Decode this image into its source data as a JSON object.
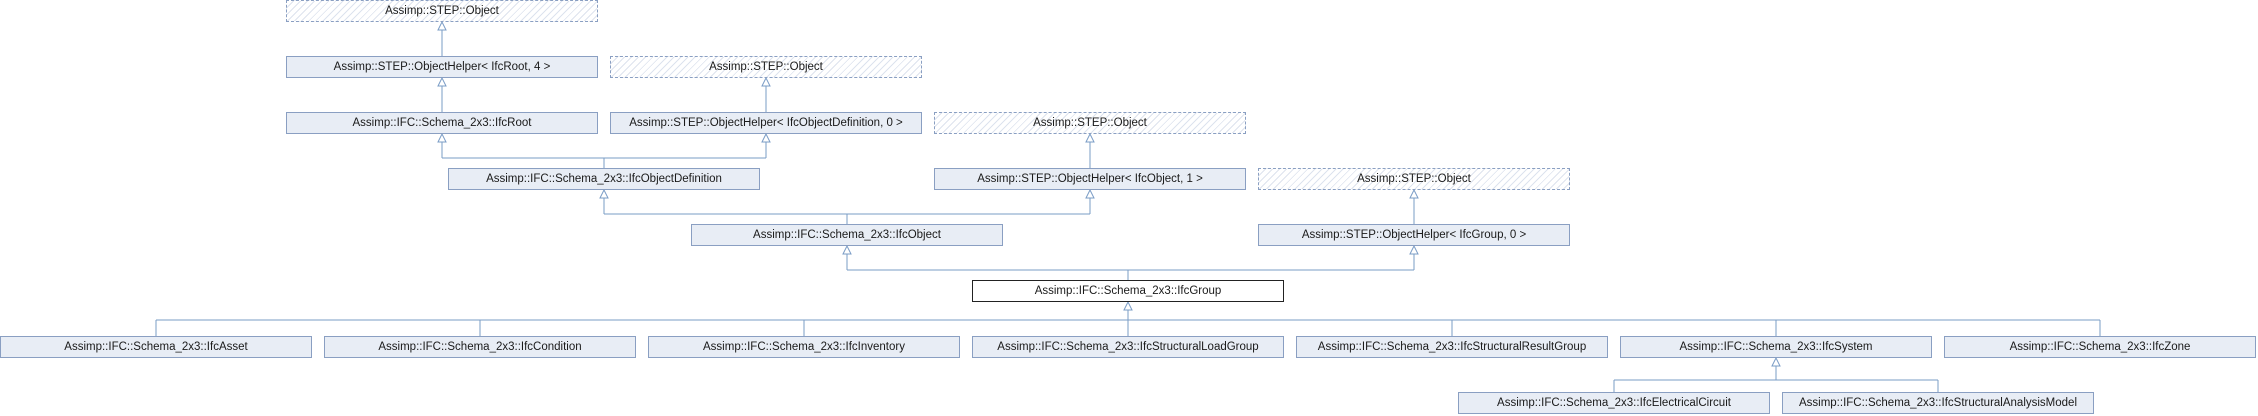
{
  "nodes": {
    "obj1": "Assimp::STEP::Object",
    "helper_root": "Assimp::STEP::ObjectHelper< IfcRoot, 4 >",
    "obj2": "Assimp::STEP::Object",
    "ifc_root": "Assimp::IFC::Schema_2x3::IfcRoot",
    "helper_objdef": "Assimp::STEP::ObjectHelper< IfcObjectDefinition, 0 >",
    "obj3": "Assimp::STEP::Object",
    "ifc_objdef": "Assimp::IFC::Schema_2x3::IfcObjectDefinition",
    "helper_object": "Assimp::STEP::ObjectHelper< IfcObject, 1 >",
    "obj4": "Assimp::STEP::Object",
    "ifc_object": "Assimp::IFC::Schema_2x3::IfcObject",
    "helper_group": "Assimp::STEP::ObjectHelper< IfcGroup, 0 >",
    "ifc_group": "Assimp::IFC::Schema_2x3::IfcGroup",
    "ifc_asset": "Assimp::IFC::Schema_2x3::IfcAsset",
    "ifc_condition": "Assimp::IFC::Schema_2x3::IfcCondition",
    "ifc_inventory": "Assimp::IFC::Schema_2x3::IfcInventory",
    "ifc_loadgroup": "Assimp::IFC::Schema_2x3::IfcStructuralLoadGroup",
    "ifc_resultgroup": "Assimp::IFC::Schema_2x3::IfcStructuralResultGroup",
    "ifc_system": "Assimp::IFC::Schema_2x3::IfcSystem",
    "ifc_zone": "Assimp::IFC::Schema_2x3::IfcZone",
    "ifc_elec": "Assimp::IFC::Schema_2x3::IfcElectricalCircuit",
    "ifc_analysis": "Assimp::IFC::Schema_2x3::IfcStructuralAnalysisModel"
  },
  "colors": {
    "edge": "#7a9cc6",
    "node_fill": "#e8edf5",
    "node_border": "#8a9fc2",
    "focus_border": "#222222"
  }
}
